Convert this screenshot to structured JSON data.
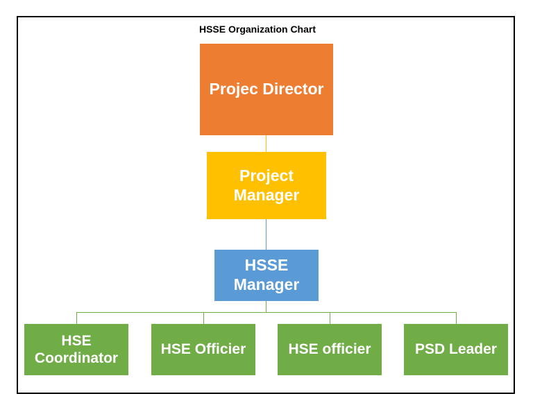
{
  "title": "HSSE Organization Chart",
  "nodes": {
    "director": {
      "lines": [
        "Projec Director"
      ]
    },
    "project_manager": {
      "lines": [
        "Project",
        "Manager"
      ]
    },
    "hsse_manager": {
      "lines": [
        "HSSE",
        "Manager"
      ]
    },
    "children": [
      {
        "lines": [
          "HSE",
          "Coordinator"
        ]
      },
      {
        "lines": [
          "HSE Officier"
        ]
      },
      {
        "lines": [
          "HSE officier"
        ]
      },
      {
        "lines": [
          "PSD Leader"
        ]
      }
    ]
  },
  "colors": {
    "director": "#ED7D31",
    "project_manager": "#FFC000",
    "hsse_manager": "#5B9BD5",
    "children": "#70AD47",
    "connector_top": "#FFC000",
    "connector_mid": "#5B9BD5",
    "connector_bottom": "#70AD47"
  }
}
